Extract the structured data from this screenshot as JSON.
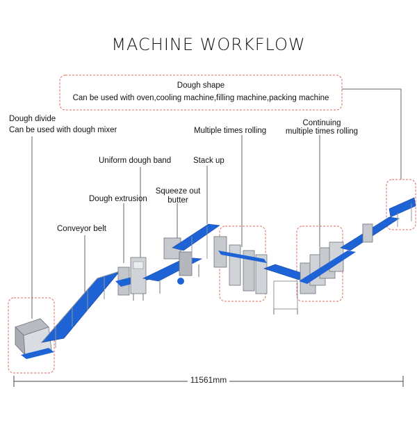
{
  "title": "MACHINE WORKFLOW",
  "labels": {
    "dough_shape_title": "Dough shape",
    "dough_shape_desc": "Can be used with oven,cooling machine,filling machine,packing machine",
    "dough_divide_1": "Dough divide",
    "dough_divide_2": "Can be used with dough mixer",
    "uniform_dough_band": "Uniform dough band",
    "dough_extrusion": "Dough extrusion",
    "squeeze_out_1": "Squeeze out",
    "squeeze_out_2": "butter",
    "conveyor_belt": "Conveyor belt",
    "stack_up": "Stack up",
    "multiple_rolling": "Multiple times rolling",
    "continuing_1": "Continuing",
    "continuing_2": "multiple times rolling"
  },
  "dimension": "11561mm",
  "colors": {
    "belt": "#1e63d6",
    "belt_dark": "#1548a8",
    "frame": "#a9adb3",
    "frame_dark": "#6d7279",
    "callout": "#e0675f",
    "leader": "#666666"
  }
}
